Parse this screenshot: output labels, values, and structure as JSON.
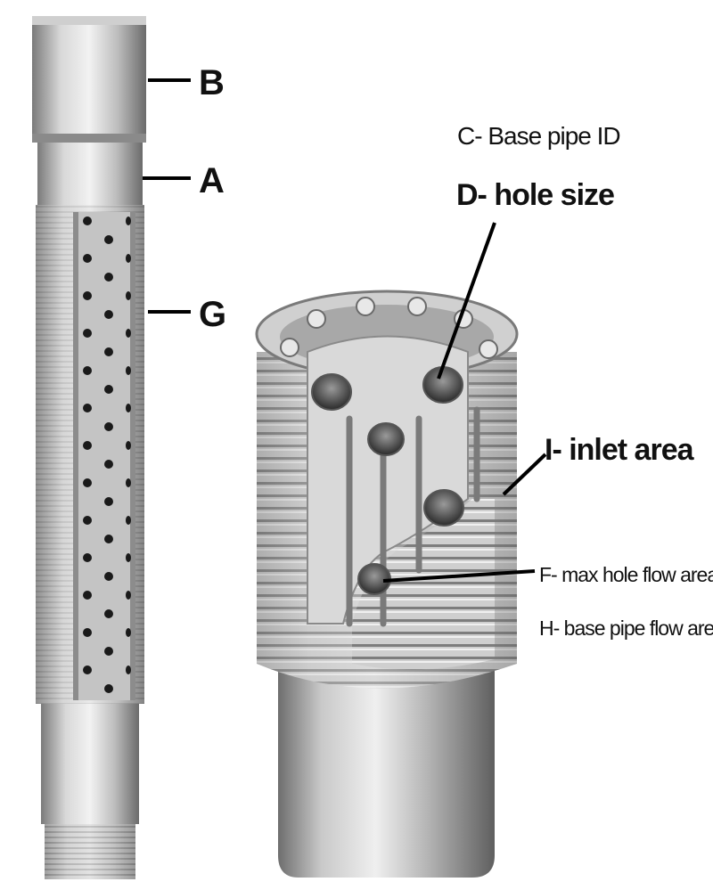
{
  "labels": {
    "B": "B",
    "A": "A",
    "G": "G",
    "C": "C- Base pipe ID",
    "D": "D- hole size",
    "I": "I- inlet area",
    "F": "F- max hole flow area",
    "H": "H- base pipe flow area"
  },
  "colors": {
    "metal_light": "#e6e6e6",
    "metal_mid": "#b5b5b5",
    "metal_dark": "#6e6e6e",
    "hole": "#1a1a1a",
    "label": "#111111"
  }
}
